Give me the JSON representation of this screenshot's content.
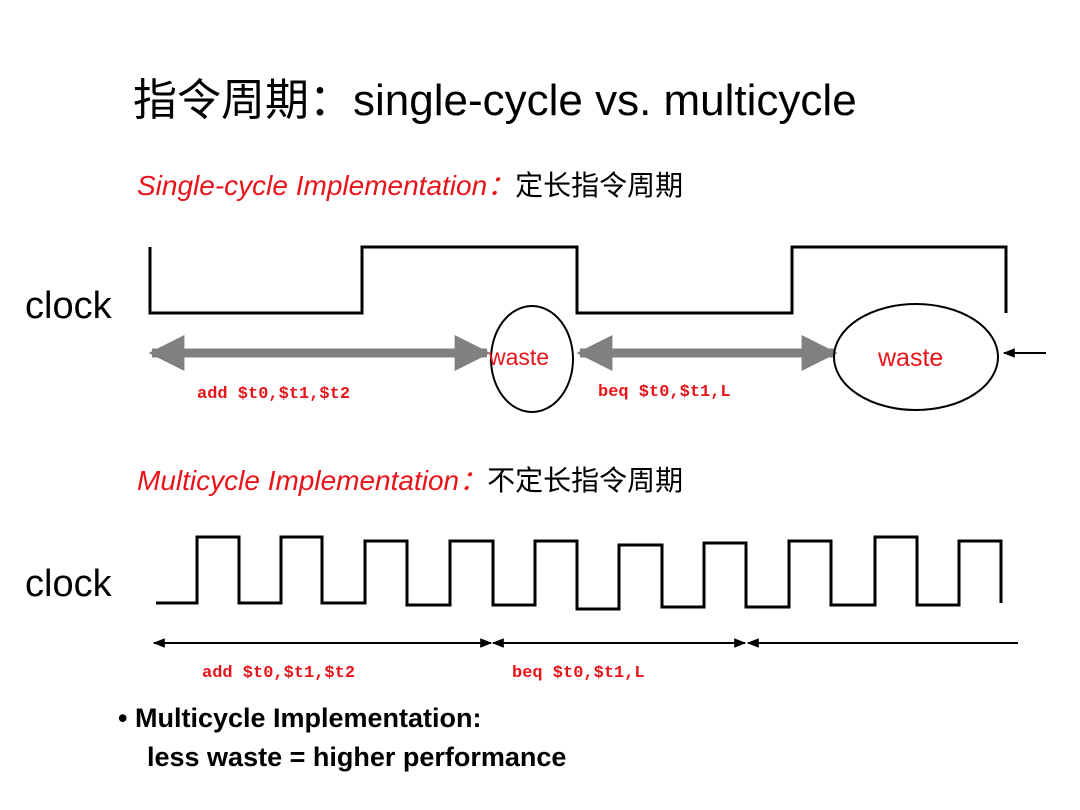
{
  "slide": {
    "title": "指令周期：single-cycle vs. multicycle",
    "single": {
      "heading_italic": "Single-cycle Implementation：",
      "heading_cn": "定长指令周期",
      "clock_label": "clock",
      "waste_label_1": "waste",
      "waste_label_2": "waste",
      "instr_1": "add $t0,$t1,$t2",
      "instr_2": "beq $t0,$t1,L"
    },
    "multi": {
      "heading_italic": "Multicycle Implementation：",
      "heading_cn": "不定长指令周期",
      "clock_label": "clock",
      "instr_1": "add $t0,$t1,$t2",
      "instr_2": "beq $t0,$t1,L"
    },
    "bullet": {
      "marker": "•",
      "line1": "Multicycle Implementation:",
      "line2": "less waste = higher performance"
    }
  },
  "colors": {
    "accent_red": "#e8141a",
    "arrow_gray": "#808080",
    "line_black": "#000000"
  }
}
